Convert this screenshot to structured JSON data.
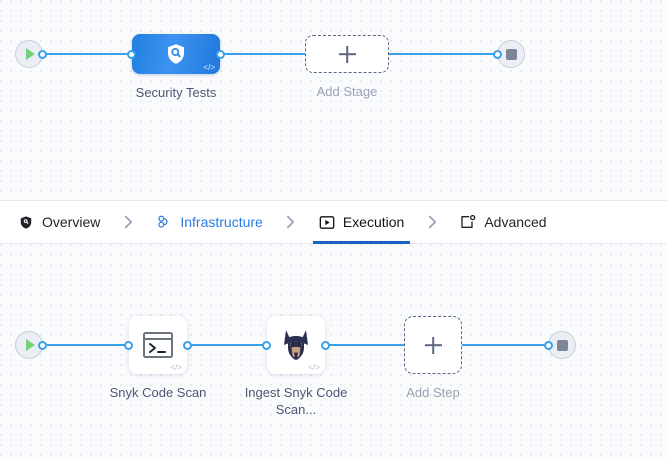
{
  "stages_canvas": {
    "name": "pipeline-stage-graph",
    "start_node": {
      "icon": "play-icon",
      "title": "Start"
    },
    "end_node": {
      "icon": "stop-icon",
      "title": "End"
    },
    "stages": [
      {
        "label": "Security Tests",
        "icon": "shield-search-icon",
        "badge": "</>",
        "type": "security-tests-stage"
      }
    ],
    "add_stage": {
      "label": "Add Stage",
      "icon": "plus-icon"
    }
  },
  "tabs": {
    "items": [
      {
        "label": "Overview",
        "icon": "shield-icon",
        "state": "default",
        "name": "tab-overview"
      },
      {
        "label": "Infrastructure",
        "icon": "nodes-icon",
        "state": "link",
        "name": "tab-infrastructure"
      },
      {
        "label": "Execution",
        "icon": "play-box-icon",
        "state": "active",
        "name": "tab-execution"
      },
      {
        "label": "Advanced",
        "icon": "box-gear-icon",
        "state": "default",
        "name": "tab-advanced"
      }
    ],
    "separator_icon": "chevron-right-icon"
  },
  "steps_canvas": {
    "name": "pipeline-step-graph",
    "start_node": {
      "icon": "play-icon",
      "title": "Start"
    },
    "end_node": {
      "icon": "stop-icon",
      "title": "End"
    },
    "steps": [
      {
        "label": "Snyk Code Scan",
        "icon": "terminal-icon",
        "badge": "</>",
        "type": "run-step"
      },
      {
        "label": "Ingest Snyk Code Scan...",
        "icon": "snyk-doberman-icon",
        "badge": "</>",
        "type": "security-step"
      }
    ],
    "add_step": {
      "label": "Add Step",
      "icon": "plus-icon"
    }
  },
  "colors": {
    "edge": "#38a0e8",
    "stage_node": "#2b86e6",
    "active_tab_underline": "#1b5fc1",
    "link": "#2a7be4",
    "canvas_bg": "#fafbfd",
    "play": "#77d07a",
    "stop": "#7d8598"
  }
}
